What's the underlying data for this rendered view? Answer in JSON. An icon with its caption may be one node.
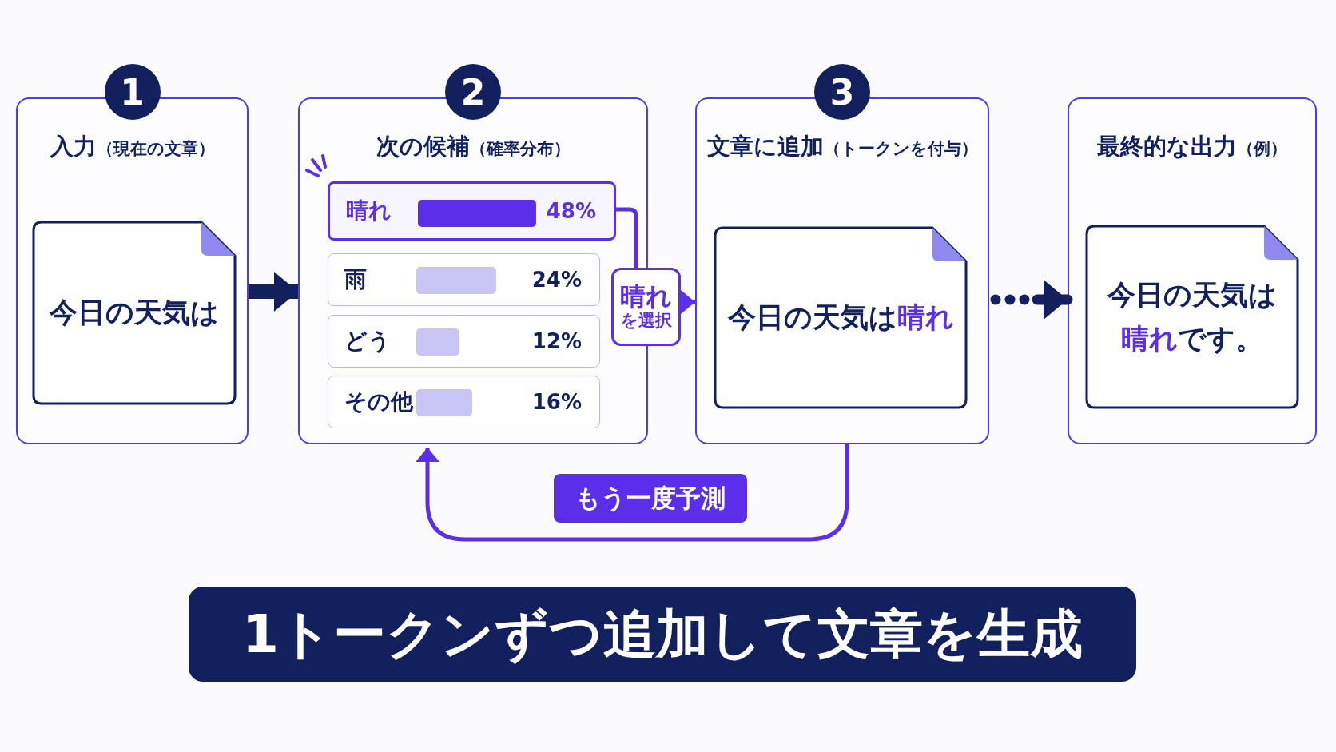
{
  "diagram": {
    "caption": "1トークンずつ追加して文章を生成",
    "nodes": [
      {
        "text": [
          "1",
          "入力",
          "（現在の文章）"
        ]
      },
      {
        "text": [
          "今日の天気は"
        ],
        "in": 0
      },
      {
        "text": [
          "2",
          "次の候補",
          "（確率分布）"
        ]
      },
      {
        "text": [
          "晴れ",
          "48%"
        ],
        "in": 2
      },
      {
        "text": [],
        "shape": "bar",
        "in": 3
      },
      {
        "text": [
          "雨",
          "24%"
        ],
        "in": 2
      },
      {
        "text": [],
        "shape": "bar",
        "in": 5
      },
      {
        "text": [
          "どう",
          "12%"
        ],
        "in": 2
      },
      {
        "text": [],
        "shape": "bar",
        "in": 7
      },
      {
        "text": [
          "その他",
          "16%"
        ],
        "in": 2
      },
      {
        "text": [],
        "shape": "bar",
        "in": 9
      },
      {
        "text": [
          "晴れ",
          "を選択"
        ]
      },
      {
        "text": [
          "3",
          "文章に追加",
          "（トークンを付与）"
        ]
      },
      {
        "text": [
          "今日の天気は",
          "晴れ"
        ],
        "in": 12
      },
      {
        "text": [
          "最終的な出力",
          "（例）"
        ]
      },
      {
        "text": [
          "今日の天気は",
          "晴れ",
          "です。"
        ],
        "in": 14
      }
    ],
    "edges": [
      {
        "from": 0,
        "to": 2,
        "arrow": "to",
        "style": "thick",
        "color": "#13205e"
      },
      {
        "from": 3,
        "to": 11,
        "arrow": "none",
        "color": "#5b2ee8"
      },
      {
        "from": 11,
        "to": 12,
        "arrow": "to",
        "color": "#5b2ee8"
      },
      {
        "from": 12,
        "to": 14,
        "arrow": "to",
        "style": "thick",
        "color": "#13205e"
      },
      {
        "from": 12,
        "to": 2,
        "arrow": "to",
        "label": "もう一度予測",
        "color": "#5b2ee8"
      }
    ]
  }
}
